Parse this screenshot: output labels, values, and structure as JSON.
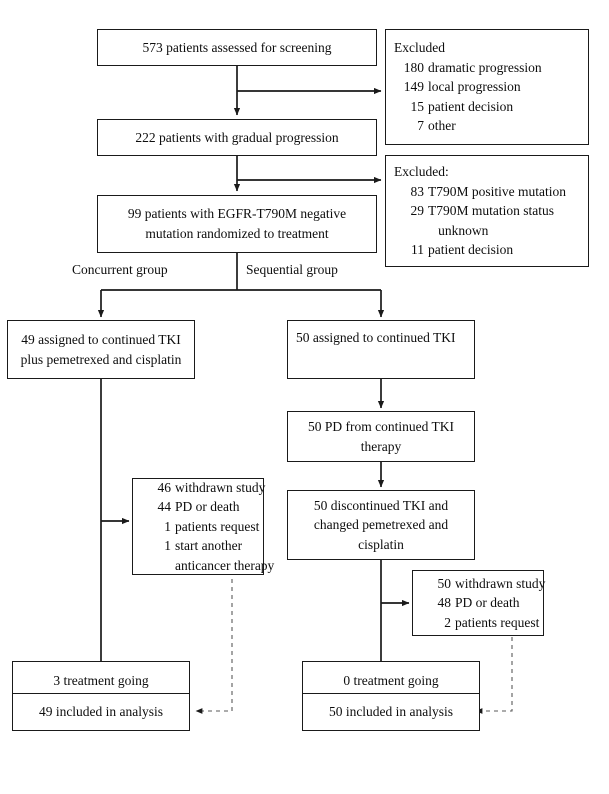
{
  "diagram": {
    "title": "CONSORT-style patient flow diagram",
    "stroke_color": "#1a1a1a",
    "text_color": "#0d0d0d",
    "background": "#ffffff"
  },
  "nodes": {
    "screened": {
      "line1": "573 patients assessed for screening"
    },
    "excluded1": {
      "header": "Excluded",
      "items": [
        {
          "count": "180",
          "label": "dramatic progression"
        },
        {
          "count": "149",
          "label": "local progression"
        },
        {
          "count": "15",
          "label": "patient decision"
        },
        {
          "count": "7",
          "label": "other"
        }
      ]
    },
    "gradual": {
      "line1": "222 patients with gradual progression"
    },
    "excluded2": {
      "header": "Excluded:",
      "items": [
        {
          "count": "83",
          "label": "T790M positive mutation"
        },
        {
          "count": "29",
          "label": "T790M mutation status"
        },
        {
          "count": "",
          "label": "   unknown"
        },
        {
          "count": "11",
          "label": "patient decision"
        }
      ]
    },
    "randomized": {
      "line1": "99 patients with EGFR-T790M negative",
      "line2": "mutation randomized to treatment"
    },
    "group_label_left": "Concurrent group",
    "group_label_right": "Sequential group",
    "assigned_left": {
      "line1": "49 assigned to continued TKI",
      "line2": "plus pemetrexed and cisplatin"
    },
    "assigned_right": {
      "line1": "50 assigned to continued TKI"
    },
    "pd_right": {
      "line1": "50 PD from continued TKI",
      "line2": "therapy"
    },
    "discontinued_right": {
      "line1": "50 discontinued TKI and",
      "line2": "changed pemetrexed and",
      "line3": "cisplatin"
    },
    "withdrawn_left": {
      "items": [
        {
          "count": "46",
          "label": "withdrawn study"
        },
        {
          "count": "44",
          "label": "PD or death"
        },
        {
          "count": "1",
          "label": "patients request"
        },
        {
          "count": "1",
          "label": "start another"
        },
        {
          "count": "",
          "label": "anticancer therapy"
        }
      ]
    },
    "withdrawn_right": {
      "items": [
        {
          "count": "50",
          "label": "withdrawn study"
        },
        {
          "count": "48",
          "label": "PD or death"
        },
        {
          "count": "2",
          "label": "patients request"
        }
      ]
    },
    "ongoing_left": {
      "line1": "3 treatment going"
    },
    "ongoing_right": {
      "line1": "0 treatment going"
    },
    "analysis_left": {
      "line1": "49 included in analysis"
    },
    "analysis_right": {
      "line1": "50 included in analysis"
    }
  }
}
